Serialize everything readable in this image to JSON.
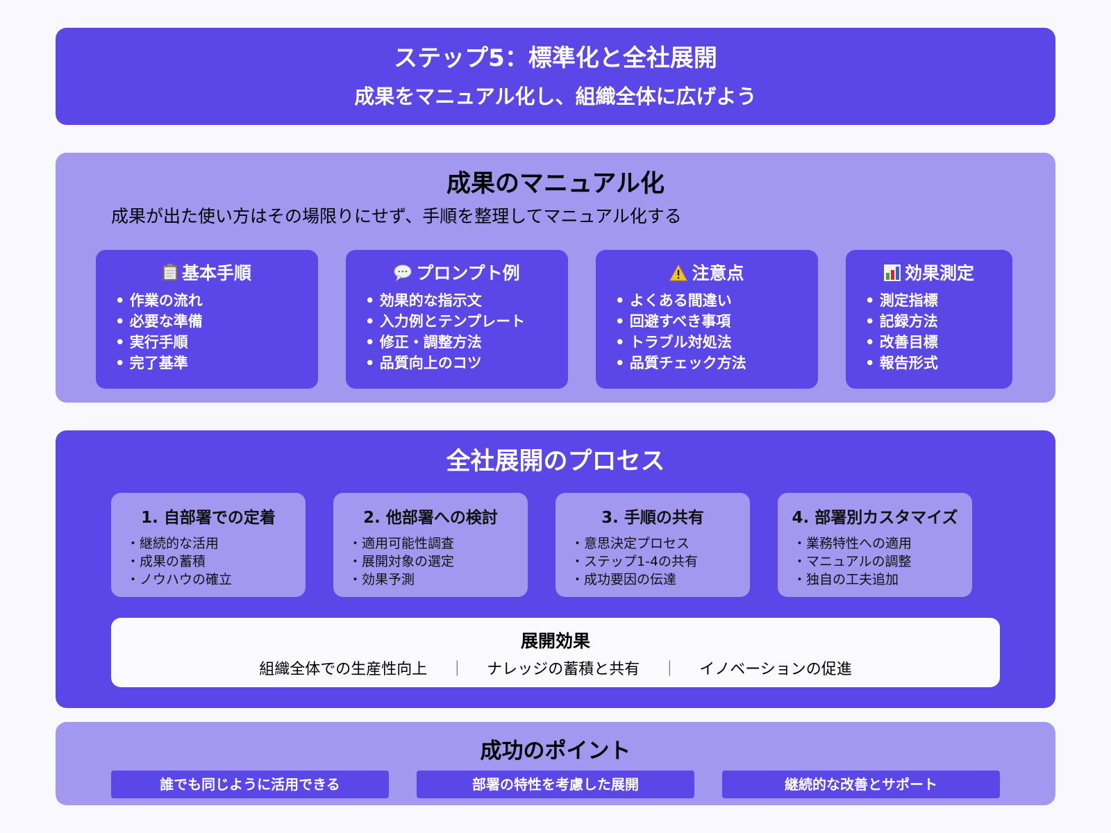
{
  "colors": {
    "dark_purple": "#5b46e8",
    "light_purple": "#a298f0",
    "background": "#f8f8fe",
    "white_panel": "#fbfbff"
  },
  "header": {
    "title": "ステップ5：標準化と全社展開",
    "subtitle": "成果をマニュアル化し、組織全体に広げよう"
  },
  "manual": {
    "title": "成果のマニュアル化",
    "description": "成果が出た使い方はその場限りにせず、手順を整理してマニュアル化する",
    "cards": [
      {
        "icon": "clipboard-icon",
        "title": "基本手順",
        "items": [
          "作業の流れ",
          "必要な準備",
          "実行手順",
          "完了基準"
        ]
      },
      {
        "icon": "speech-bubble-icon",
        "title": "プロンプト例",
        "items": [
          "効果的な指示文",
          "入力例とテンプレート",
          "修正・調整方法",
          "品質向上のコツ"
        ]
      },
      {
        "icon": "warning-icon",
        "title": "注意点",
        "items": [
          "よくある間違い",
          "回避すべき事項",
          "トラブル対処法",
          "品質チェック方法"
        ]
      },
      {
        "icon": "bar-chart-icon",
        "title": "効果測定",
        "items": [
          "測定指標",
          "記録方法",
          "改善目標",
          "報告形式"
        ]
      }
    ]
  },
  "process": {
    "title": "全社展開のプロセス",
    "steps": [
      {
        "title": "1. 自部署での定着",
        "items": [
          "継続的な活用",
          "成果の蓄積",
          "ノウハウの確立"
        ]
      },
      {
        "title": "2. 他部署への検討",
        "items": [
          "適用可能性調査",
          "展開対象の選定",
          "効果予測"
        ]
      },
      {
        "title": "3. 手順の共有",
        "items": [
          "意思決定プロセス",
          "ステップ1-4の共有",
          "成功要因の伝達"
        ]
      },
      {
        "title": "4. 部署別カスタマイズ",
        "items": [
          "業務特性への適用",
          "マニュアルの調整",
          "独自の工夫追加"
        ]
      }
    ],
    "effect": {
      "title": "展開効果",
      "items": [
        "組織全体での生産性向上",
        "ナレッジの蓄積と共有",
        "イノベーションの促進"
      ],
      "separator": "｜"
    }
  },
  "points": {
    "title": "成功のポイント",
    "items": [
      "誰でも同じように活用できる",
      "部署の特性を考慮した展開",
      "継続的な改善とサポート"
    ]
  }
}
